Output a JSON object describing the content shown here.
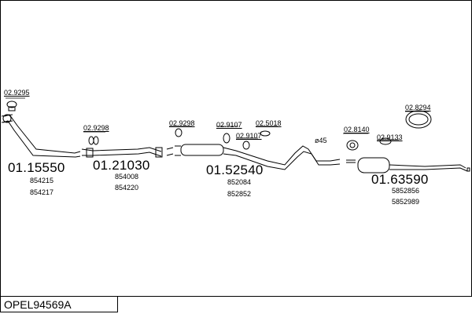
{
  "diagram_id": "OPEL94569A",
  "parts": [
    {
      "number": "01.15550",
      "refs": [
        "854215",
        "854217"
      ]
    },
    {
      "number": "01.21030",
      "refs": [
        "854008",
        "854220"
      ]
    },
    {
      "number": "01.52540",
      "refs": [
        "852084",
        "852852"
      ]
    },
    {
      "number": "01.63590",
      "refs": [
        "5852856",
        "5852989"
      ]
    }
  ],
  "accessories": [
    "02.9295",
    "02.9298",
    "02.9298",
    "02.9107",
    "02.9107",
    "02.5018",
    "02.8140",
    "02.9133",
    "02.8294"
  ],
  "note": "ø45"
}
